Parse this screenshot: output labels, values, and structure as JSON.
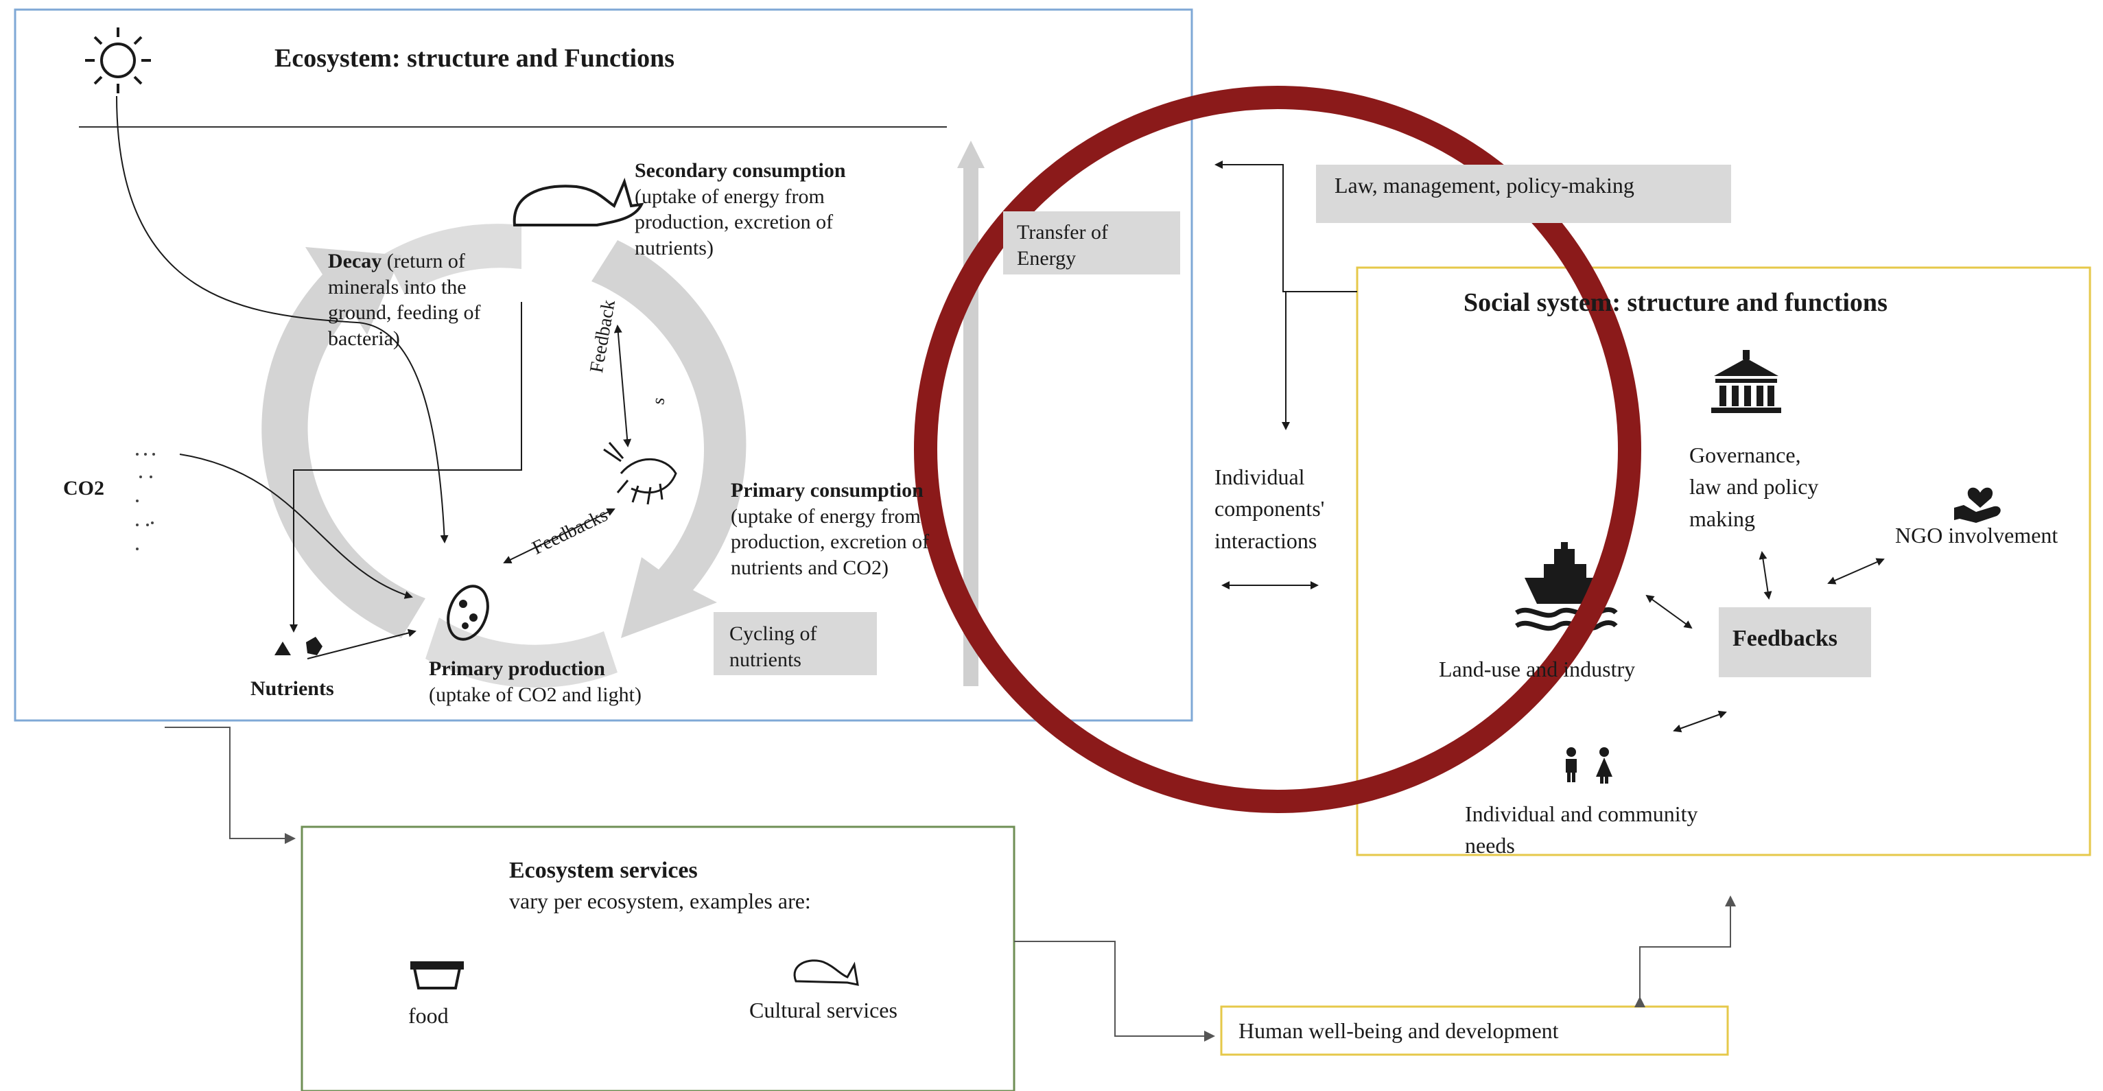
{
  "ecosystem": {
    "title": "Ecosystem: structure and Functions",
    "secondary_consumption": {
      "heading": "Secondary consumption",
      "lines": [
        "(uptake of energy from",
        "production, excretion of",
        "nutrients)"
      ]
    },
    "decay": {
      "heading": "Decay",
      "lines": [
        "(return of",
        "minerals into the",
        "ground, feeding of",
        "bacteria)"
      ]
    },
    "feedback_vertical": "Feedback",
    "feedback_vertical_suffix": "s",
    "feedbacks_diagonal": "Feedbacks",
    "primary_consumption": {
      "heading": "Primary consumption",
      "lines": [
        "(uptake of energy from",
        "production, excretion of",
        "nutrients and CO2)"
      ]
    },
    "co2": "CO2",
    "nutrients": "Nutrients",
    "primary_production": {
      "heading": "Primary production",
      "lines": [
        "(uptake of CO2 and light)"
      ]
    },
    "cycling": [
      "Cycling of",
      "nutrients"
    ],
    "transfer": [
      "Transfer of",
      "Energy"
    ]
  },
  "law_box": "Law, management, policy-making",
  "interactions": [
    "Individual",
    "components'",
    "interactions"
  ],
  "social": {
    "title": "Social system: structure and functions",
    "governance": [
      "Governance,",
      "law and policy",
      "making"
    ],
    "ngo": "NGO involvement",
    "feedbacks": "Feedbacks",
    "land_use": "Land-use and industry",
    "community": [
      "Individual and community",
      "needs"
    ]
  },
  "services": {
    "title": "Ecosystem services",
    "subtitle": "vary per ecosystem, examples are:",
    "food": "food",
    "cultural": "Cultural services"
  },
  "wellbeing": "Human well-being and development",
  "colors": {
    "ecosystem_border": "#7fa8d6",
    "social_border": "#e6c84a",
    "services_border": "#6f8f55",
    "wellbeing_border": "#e6c84a",
    "gray_box": "#d9d9d9",
    "cycle_arrow": "#d4d4d4",
    "highlight_circle": "#8b1a1a"
  }
}
